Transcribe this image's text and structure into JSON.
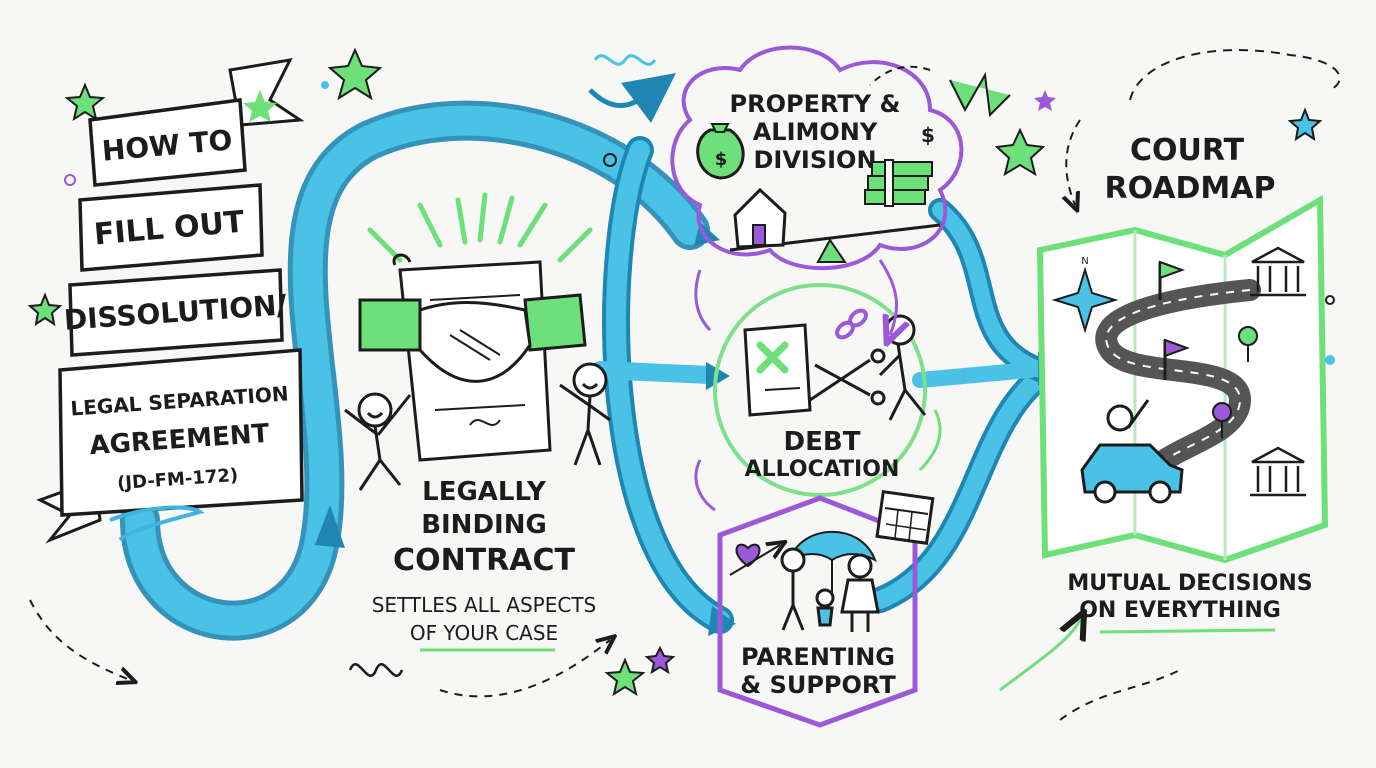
{
  "title_banner": {
    "lines": [
      "HOW TO",
      "FILL OUT",
      "DISSOLUTION/",
      "LEGAL SEPARATION",
      "AGREEMENT"
    ],
    "form_code": "(JD-FM-172)"
  },
  "contract_panel": {
    "heading_lines": [
      "LEGALLY",
      "BINDING",
      "CONTRACT"
    ],
    "caption_lines": [
      "SETTLES ALL ASPECTS",
      "OF YOUR CASE"
    ]
  },
  "steps": {
    "property": {
      "lines": [
        "PROPERTY &",
        "ALIMONY",
        "DIVISION"
      ],
      "color": "#9b59d9"
    },
    "debt": {
      "lines": [
        "DEBT",
        "ALLOCATION"
      ],
      "color": "#7ee08a"
    },
    "parenting": {
      "lines": [
        "PARENTING",
        "& SUPPORT"
      ],
      "color": "#9b59d9"
    }
  },
  "roadmap": {
    "heading_lines": [
      "COURT",
      "ROADMAP"
    ],
    "caption_lines": [
      "MUTUAL DECISIONS",
      "ON EVERYTHING"
    ]
  },
  "icons": {
    "money_bag": "dollar-money-bag-icon",
    "house": "house-icon",
    "cash": "cash-stack-icon",
    "scale": "seesaw-balance-icon",
    "handshake": "handshake-icon",
    "scroll": "contract-scroll-icon",
    "scissors": "scissors-icon",
    "chain": "chain-link-icon",
    "umbrella": "umbrella-icon",
    "heart": "heart-arrow-icon",
    "calendar": "calendar-icon",
    "compass": "compass-rose-icon",
    "courthouse": "courthouse-icon",
    "flag": "flag-icon",
    "car": "car-icon",
    "star": "star-icon"
  },
  "colors": {
    "river": "#3fb4dc",
    "river_dark": "#1f86b3",
    "green": "#6ee07a",
    "purple": "#9b59d9",
    "ink": "#1c1c1c"
  }
}
